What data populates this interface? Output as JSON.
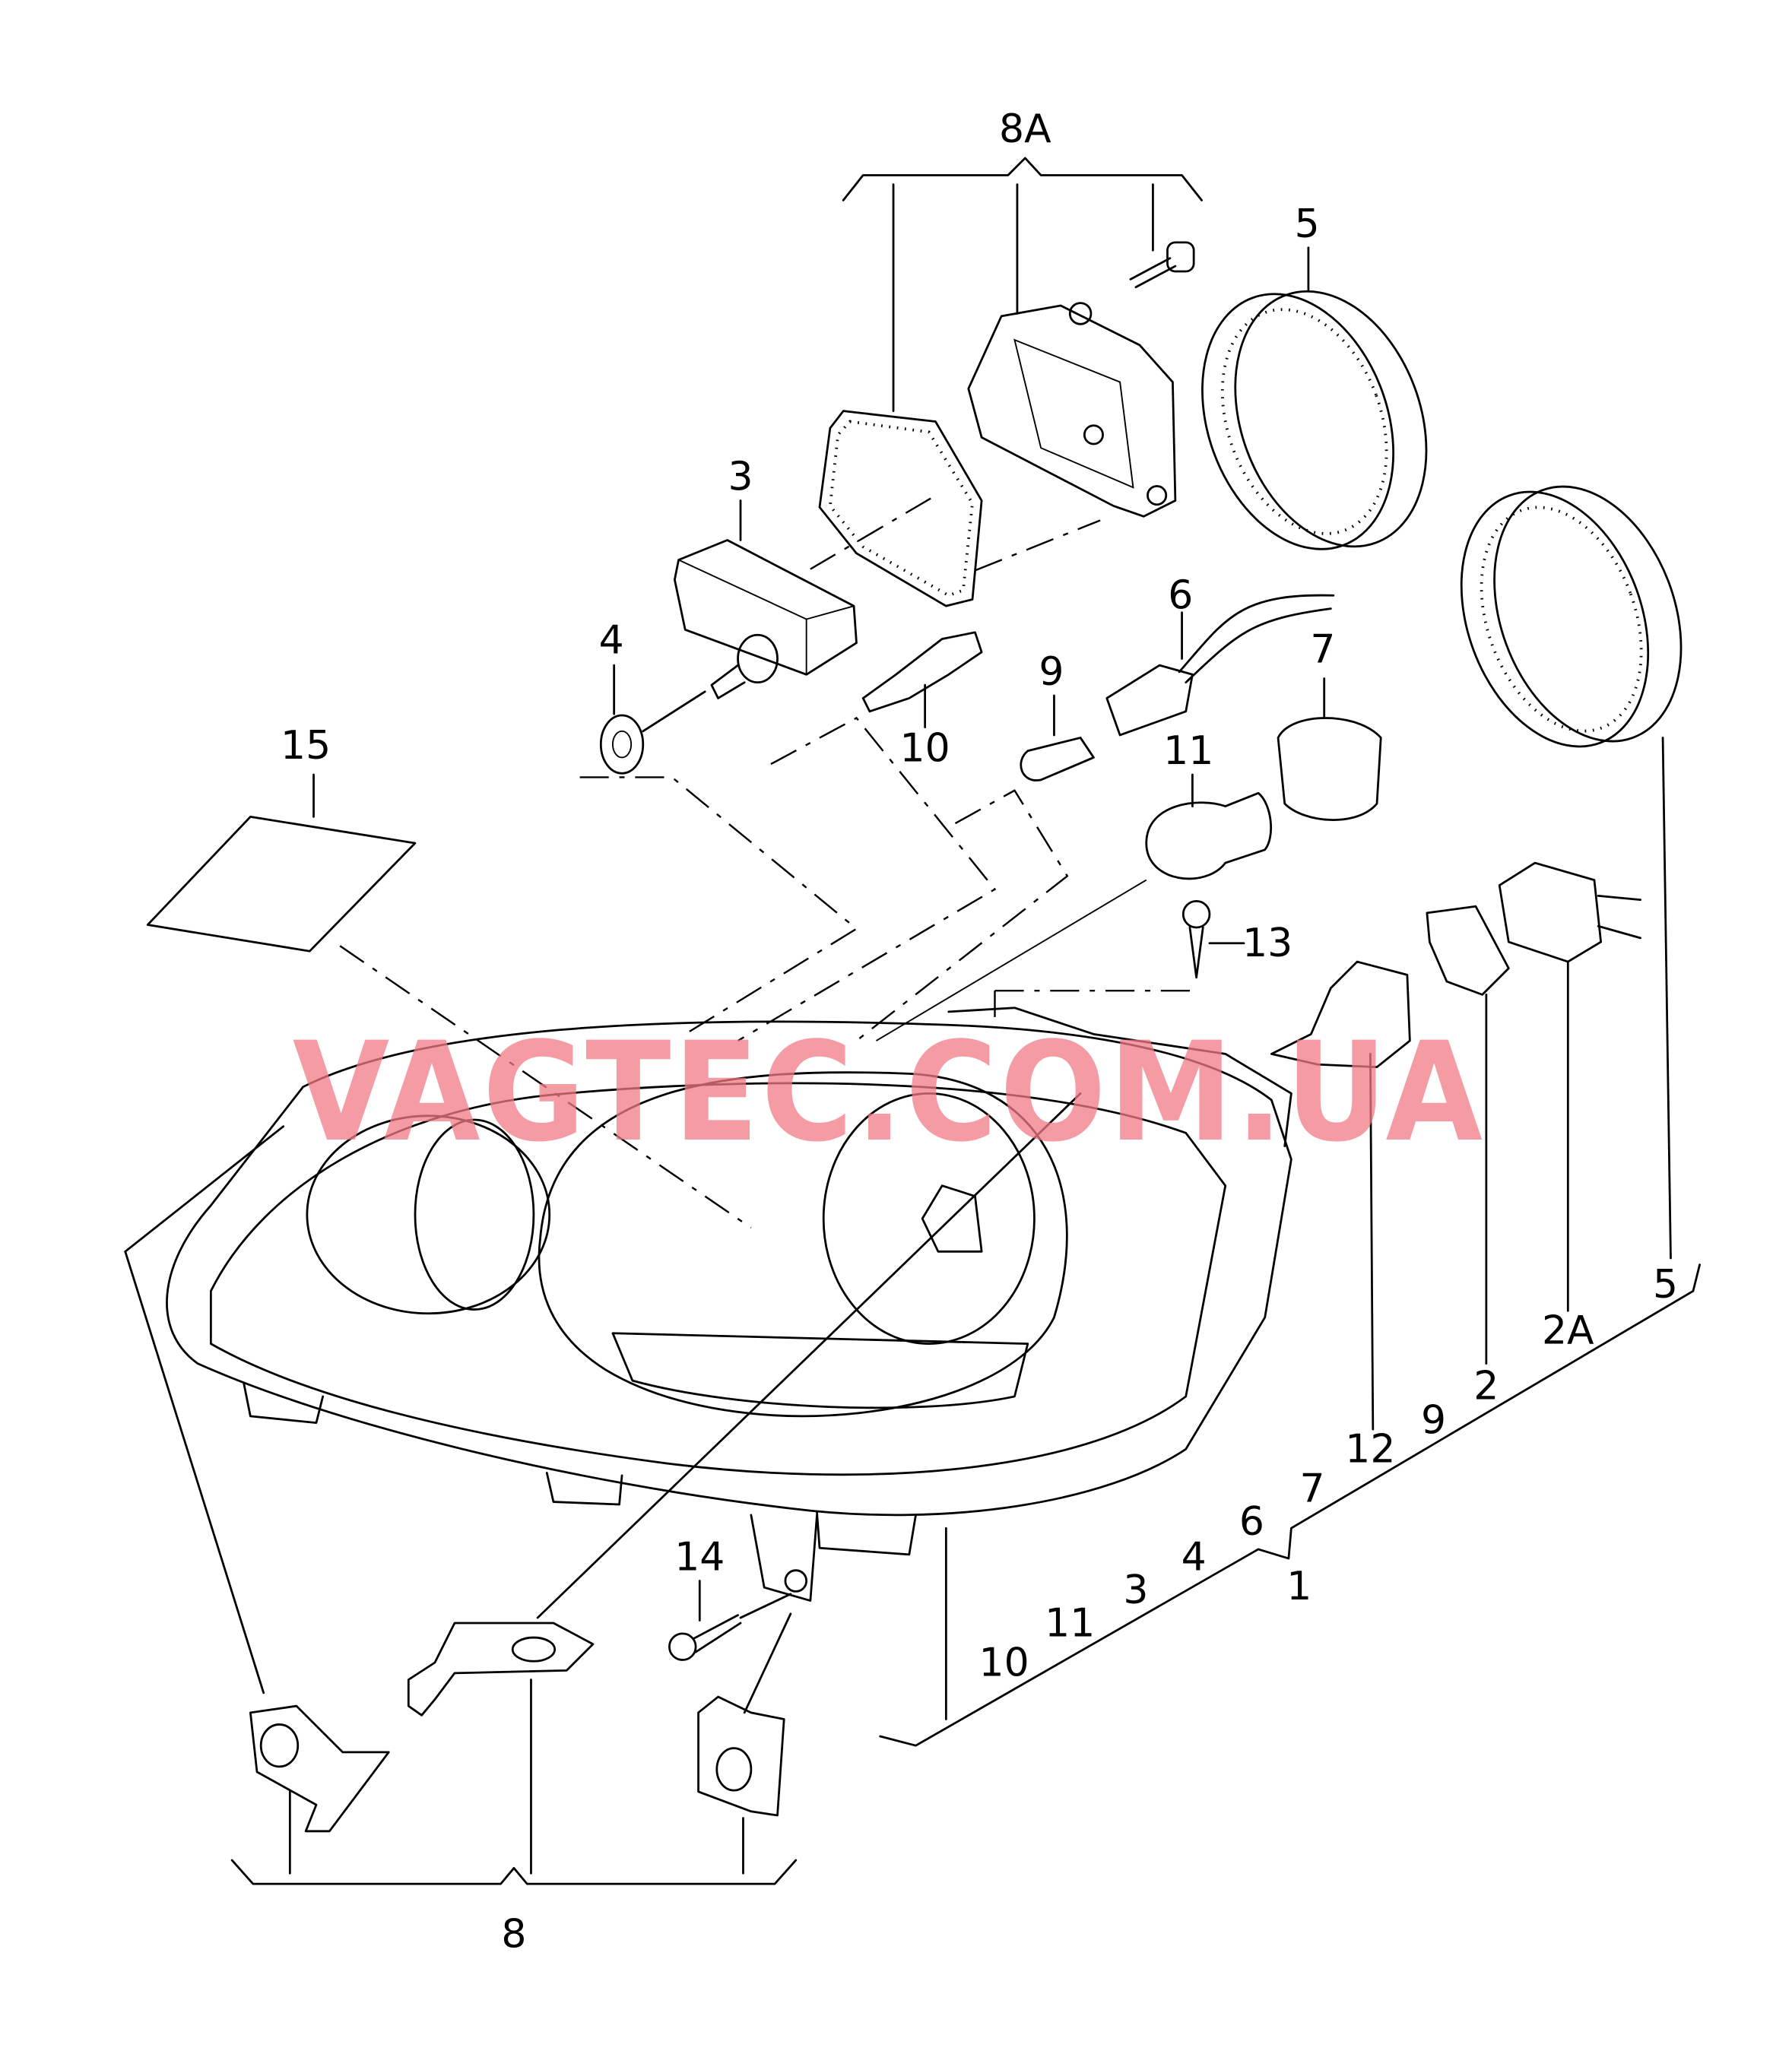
{
  "watermark": "VAGTEC.COM.UA",
  "callouts": {
    "c8A": "8A",
    "c5a": "5",
    "c3a": "3",
    "c6a": "6",
    "c4a": "4",
    "c7a": "7",
    "c9a": "9",
    "c10a": "10",
    "c11a": "11",
    "c15": "15",
    "c13": "13",
    "c5b": "5",
    "c2A": "2A",
    "c2": "2",
    "c9b": "9",
    "c12": "12",
    "c7b": "7",
    "c6b": "6",
    "c4b": "4",
    "c3b": "3",
    "c1": "1",
    "c11b": "11",
    "c10b": "10",
    "c14": "14",
    "c8": "8"
  },
  "colors": {
    "line": "#000000",
    "watermark": "#f07a85"
  }
}
